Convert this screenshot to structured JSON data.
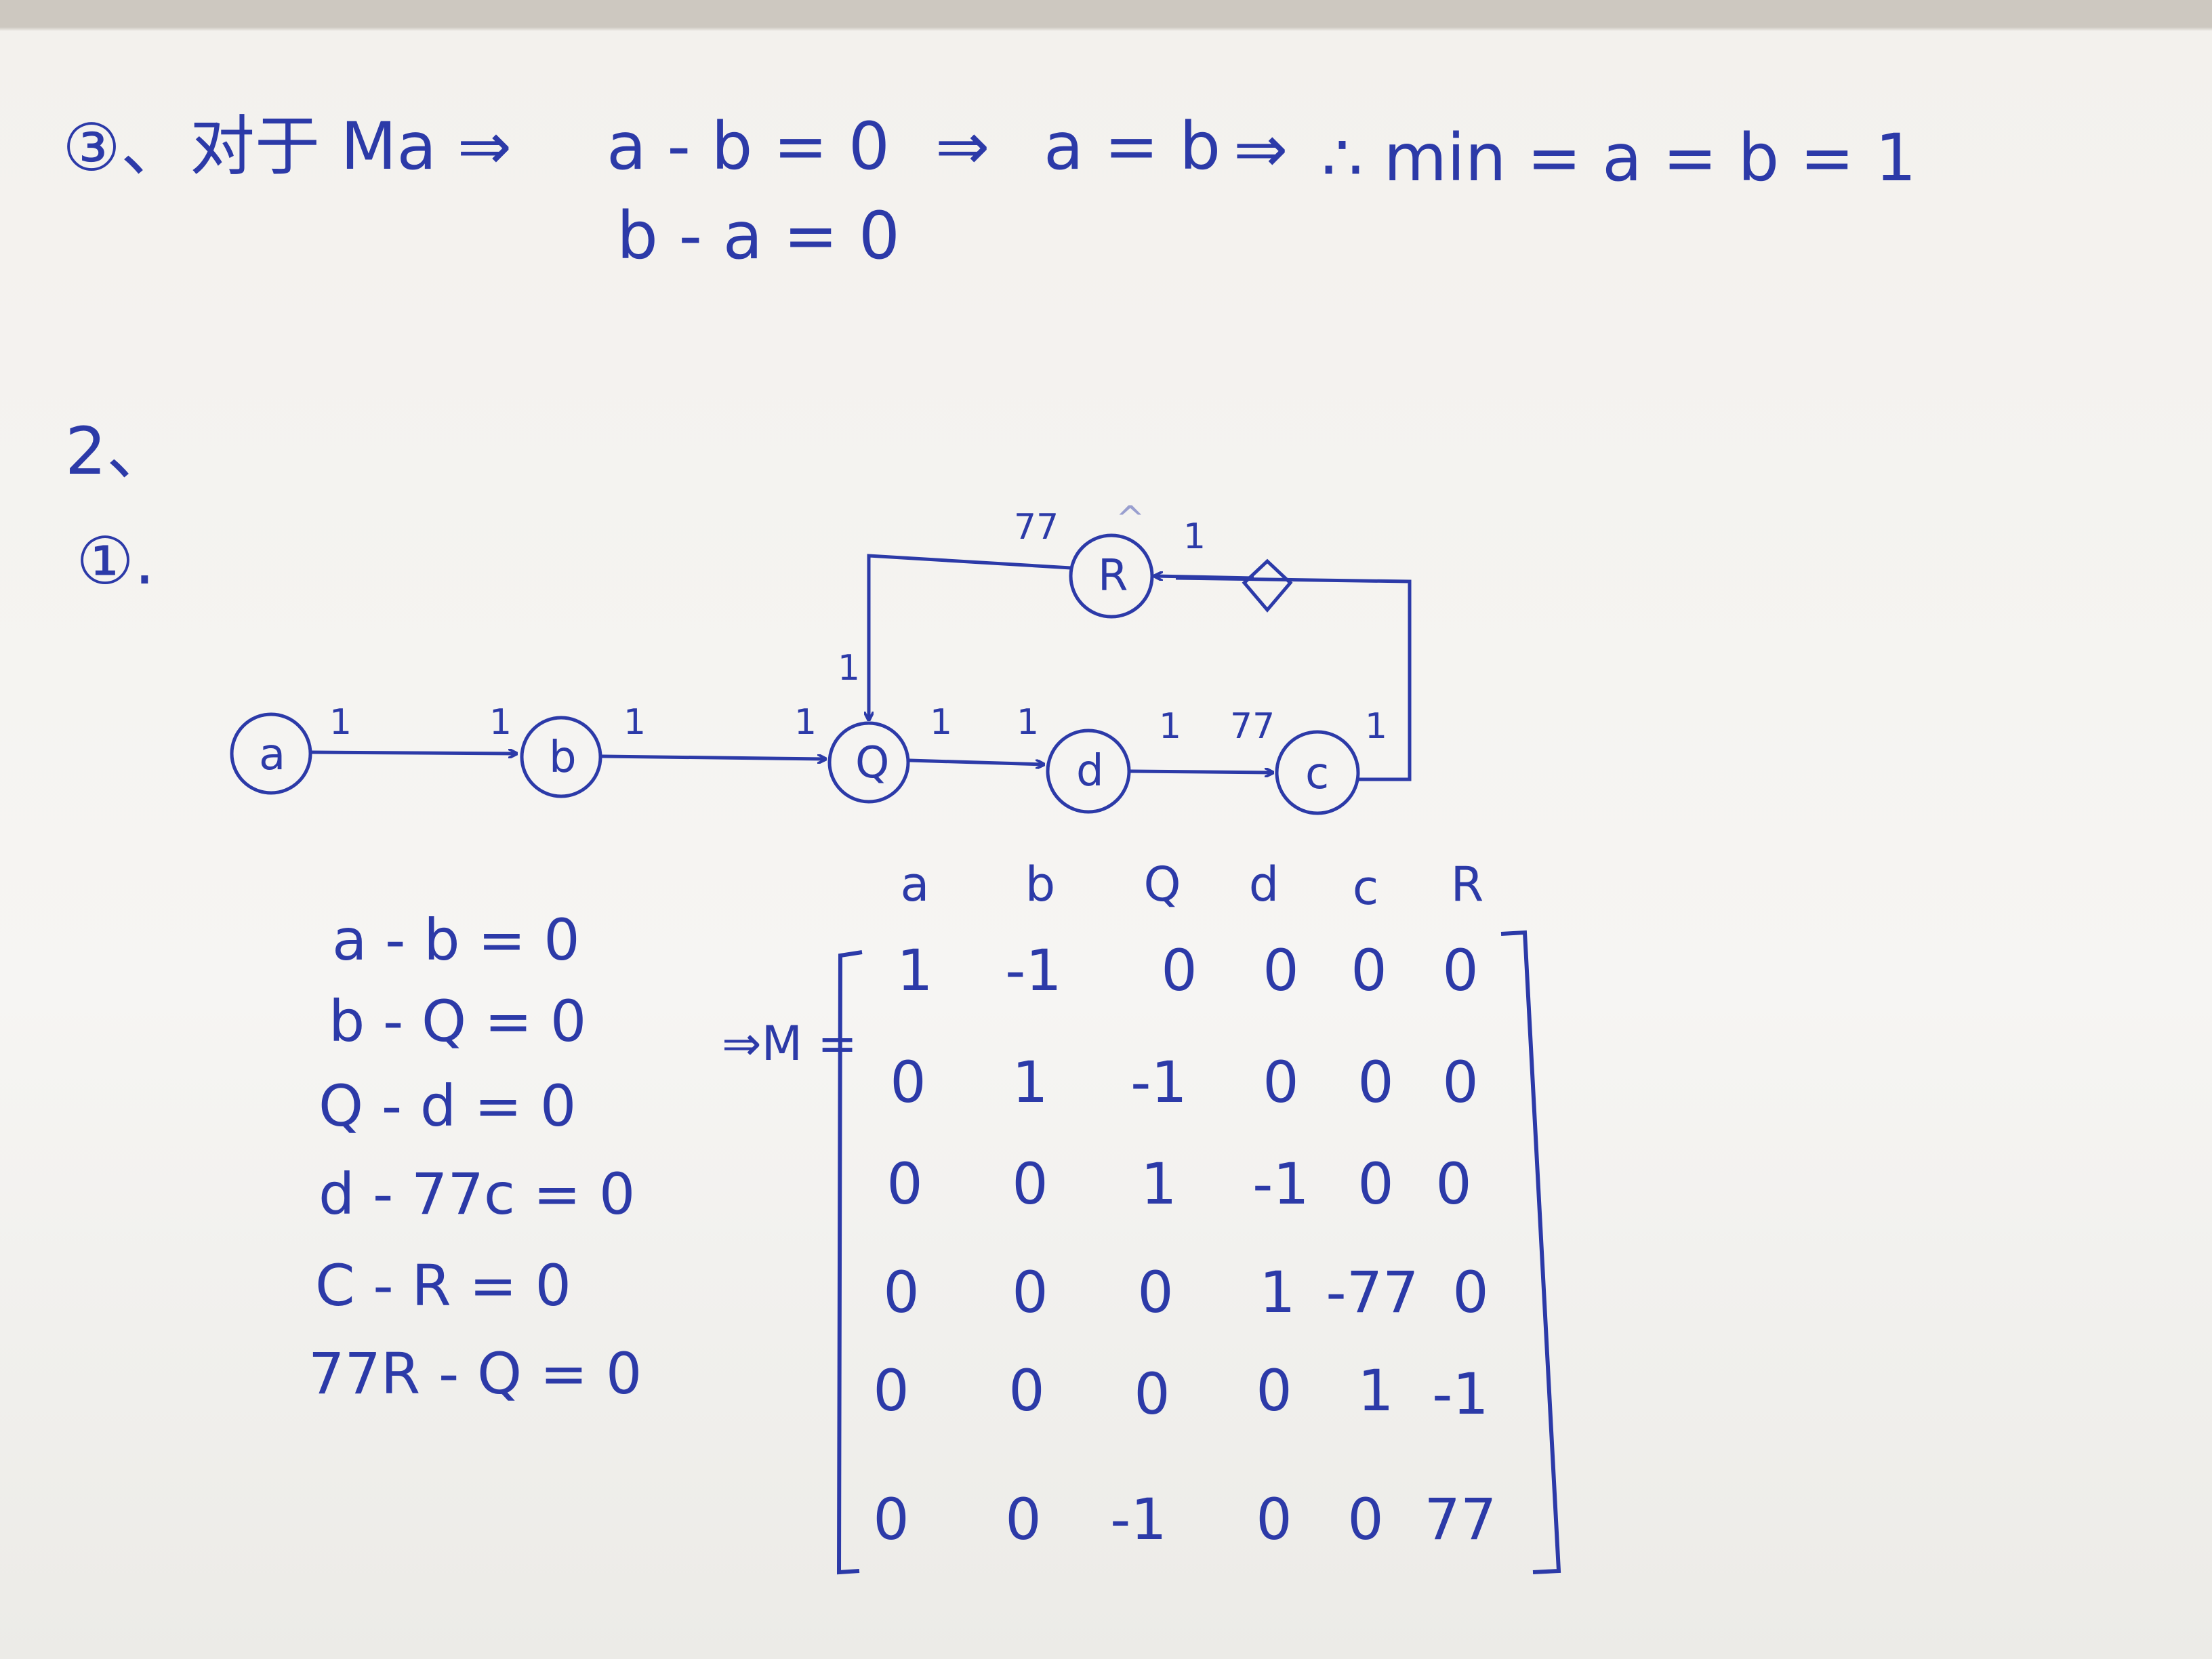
{
  "part3": {
    "marker": "③、",
    "prefix": "对于 Ma ⇒",
    "eq1": "a - b = 0",
    "eq2": "b - a = 0",
    "implies1": "⇒",
    "result1": "a = b",
    "implies2": "⇒",
    "conclusion": "∴ min = a = b = 1"
  },
  "part2": {
    "marker": "2、",
    "sub_marker": "①."
  },
  "graph": {
    "nodes": [
      "a",
      "b",
      "Q",
      "d",
      "c",
      "R"
    ],
    "edge_labels": {
      "a_b_tail": "1",
      "a_b_head": "1",
      "b_q_tail": "1",
      "b_q_head": "1",
      "q_d_tail": "1",
      "q_d_head": "1",
      "d_c_tail": "1",
      "d_c_head": "77",
      "c_r_tail": "1",
      "c_r_head": "1",
      "r_q_tail": "77",
      "r_q_head": "1"
    },
    "faint_symbol": "^"
  },
  "equations": [
    "a - b = 0",
    "b - Q = 0",
    "Q - d = 0",
    "d - 77c = 0",
    "C - R = 0",
    "77R - Q = 0"
  ],
  "matrix": {
    "label": "⇒M =",
    "headers": [
      "a",
      "b",
      "Q",
      "d",
      "c",
      "R"
    ],
    "rows": [
      [
        "1",
        "-1",
        "0",
        "0",
        "0",
        "0"
      ],
      [
        "0",
        "1",
        "-1",
        "0",
        "0",
        "0"
      ],
      [
        "0",
        "0",
        "1",
        "-1",
        "0",
        "0"
      ],
      [
        "0",
        "0",
        "0",
        "1",
        "-77",
        "0"
      ],
      [
        "0",
        "0",
        "0",
        "0",
        "1",
        "-1"
      ],
      [
        "0",
        "0",
        "-1",
        "0",
        "0",
        "77"
      ]
    ]
  },
  "colors": {
    "ink": "#2c3aa8",
    "paper": "#f6f5f3",
    "shadow": "#cdc8c0"
  }
}
